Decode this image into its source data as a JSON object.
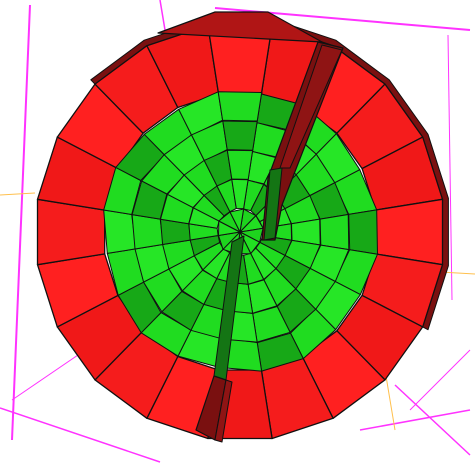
{
  "scene": {
    "type": "3d-mesh-viewer",
    "object": "cylindrical-mesh-with-slit",
    "rendering": "flat-shaded-polygons-with-black-edges"
  },
  "mesh": {
    "outer_ring": {
      "color": "#ff1f1f",
      "shade_color": "#7a1010",
      "radial_segments": 20
    },
    "inner_disc": {
      "color": "#22e022",
      "shade_color": "#17a817",
      "radial_segments": 20,
      "rings": 4
    },
    "edge_color": "#111111"
  },
  "background": {
    "color": "#ffffff",
    "bounding_box_color": "#ff33ff",
    "axis_color": "#ffc04d"
  }
}
